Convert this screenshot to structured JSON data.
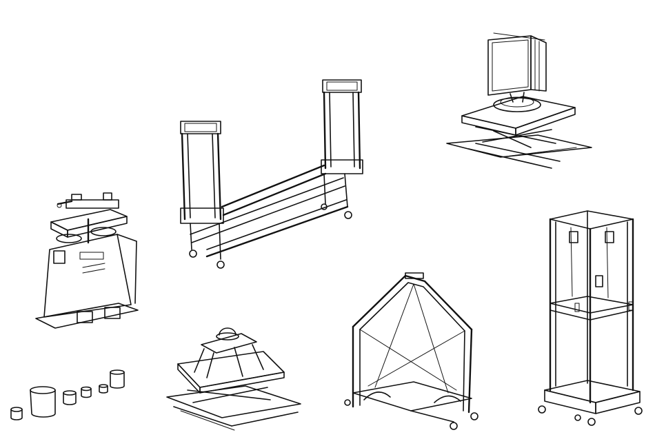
{
  "page": {
    "background": "#ffffff"
  },
  "palette": {
    "ink": "#111111",
    "paper": "#ffffff"
  },
  "items": [
    {
      "id": "frame-rack",
      "icon": "rolling-frame-rack-drawing"
    },
    {
      "id": "turntable-lift",
      "icon": "lift-table-with-panel-drawing"
    },
    {
      "id": "bench-machine",
      "icon": "bench-mounted-machine-drawing"
    },
    {
      "id": "cylinders",
      "icon": "cylinder-weights-drawing"
    },
    {
      "id": "scissor-platform",
      "icon": "scissor-platform-drawing"
    },
    {
      "id": "a-frame-cart",
      "icon": "a-frame-cart-drawing"
    },
    {
      "id": "tower-frame",
      "icon": "tower-frame-drawing"
    }
  ]
}
